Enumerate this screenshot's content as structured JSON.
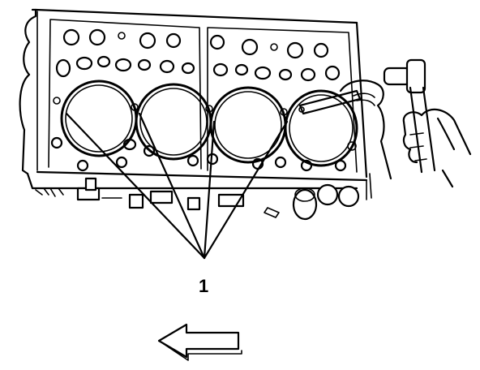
{
  "callout": {
    "number": "1",
    "targets": 4
  },
  "illustration": {
    "subject": "cylinder-head-gasket-on-engine-block",
    "tool": "hammer-and-punch",
    "direction_arrow": "left"
  },
  "colors": {
    "ink": "#000000",
    "paper": "#ffffff"
  }
}
